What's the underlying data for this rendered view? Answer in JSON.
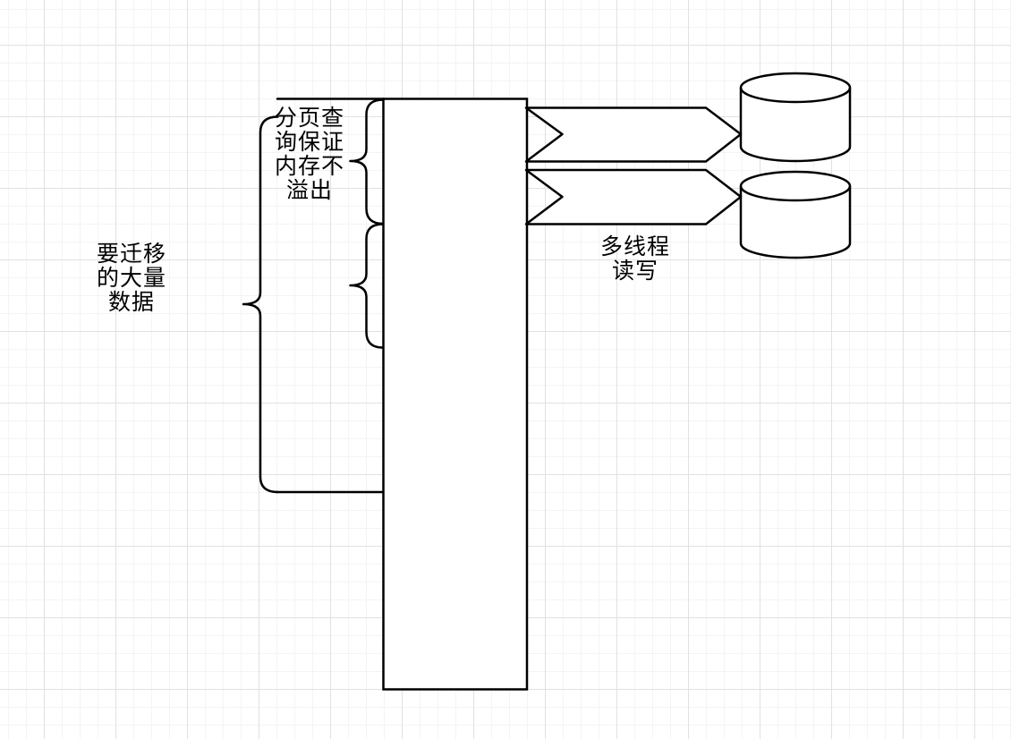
{
  "canvas": {
    "background": "#ffffff",
    "grid_minor_color": "#f4f4f4",
    "grid_major_color": "#e1e1e1",
    "stroke_color": "#000000",
    "shape_fill_color": "#ffffff"
  },
  "labels": {
    "paging_note": {
      "text": "分页查询保证内存不溢出",
      "lines": [
        "分页查",
        "询保证",
        "内存不",
        "溢出"
      ]
    },
    "migration_data": {
      "text": "要迁移的大量数据",
      "lines": [
        "要迁移",
        "的大量",
        "数据"
      ]
    },
    "multithread_rw": {
      "text": "多线程读写",
      "lines": [
        "多线程",
        "读写"
      ]
    }
  },
  "shapes": {
    "source_data_block": "rectangle",
    "boundary_line_top": "horizontal-line",
    "boundary_line_bottom": "horizontal-line",
    "brace_migration": "curly-brace-left",
    "brace_page_top": "curly-brace-left",
    "brace_page_bottom": "curly-brace-left",
    "read_arrow_top": "chevron-arrow-right",
    "read_arrow_bottom": "chevron-arrow-right",
    "database_top": "database-cylinder",
    "database_bottom": "database-cylinder"
  }
}
